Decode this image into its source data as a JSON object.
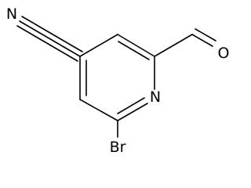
{
  "molecule": {
    "atoms": {
      "nitrile_n": "N",
      "aldehyde_o": "O",
      "ring_n": "N",
      "bromine": "Br"
    },
    "colors": {
      "bond": "#000000",
      "label": "#000000",
      "background": "#ffffff"
    }
  }
}
